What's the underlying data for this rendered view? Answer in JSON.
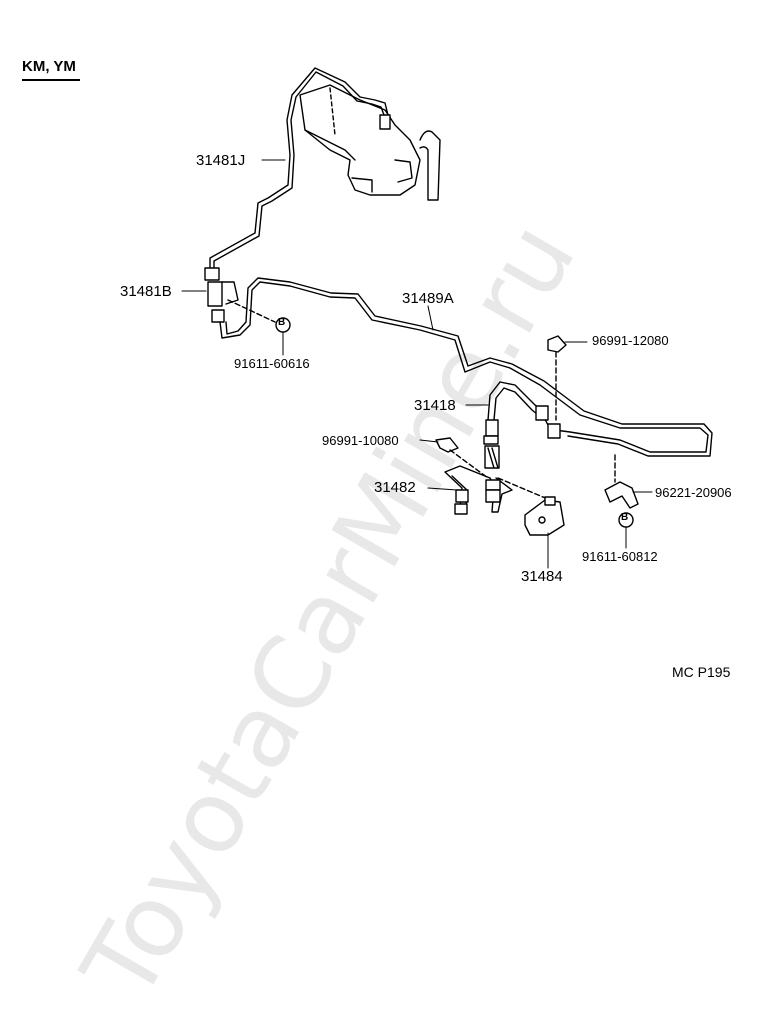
{
  "title": "KM, YM",
  "diagram_code": "MC P195",
  "watermark": "ToyotaCarMine.ru",
  "labels": {
    "p31481J": "31481J",
    "p31481B": "31481B",
    "p91611_60616": "91611-60616",
    "p31489A": "31489A",
    "p96991_12080": "96991-12080",
    "p31418": "31418",
    "p96991_10080": "96991-10080",
    "p31482": "31482",
    "p96221_20906": "96221-20906",
    "p31484": "31484",
    "p91611_60812": "91611-60812",
    "bolt_b1": "B",
    "bolt_b2": "B"
  }
}
